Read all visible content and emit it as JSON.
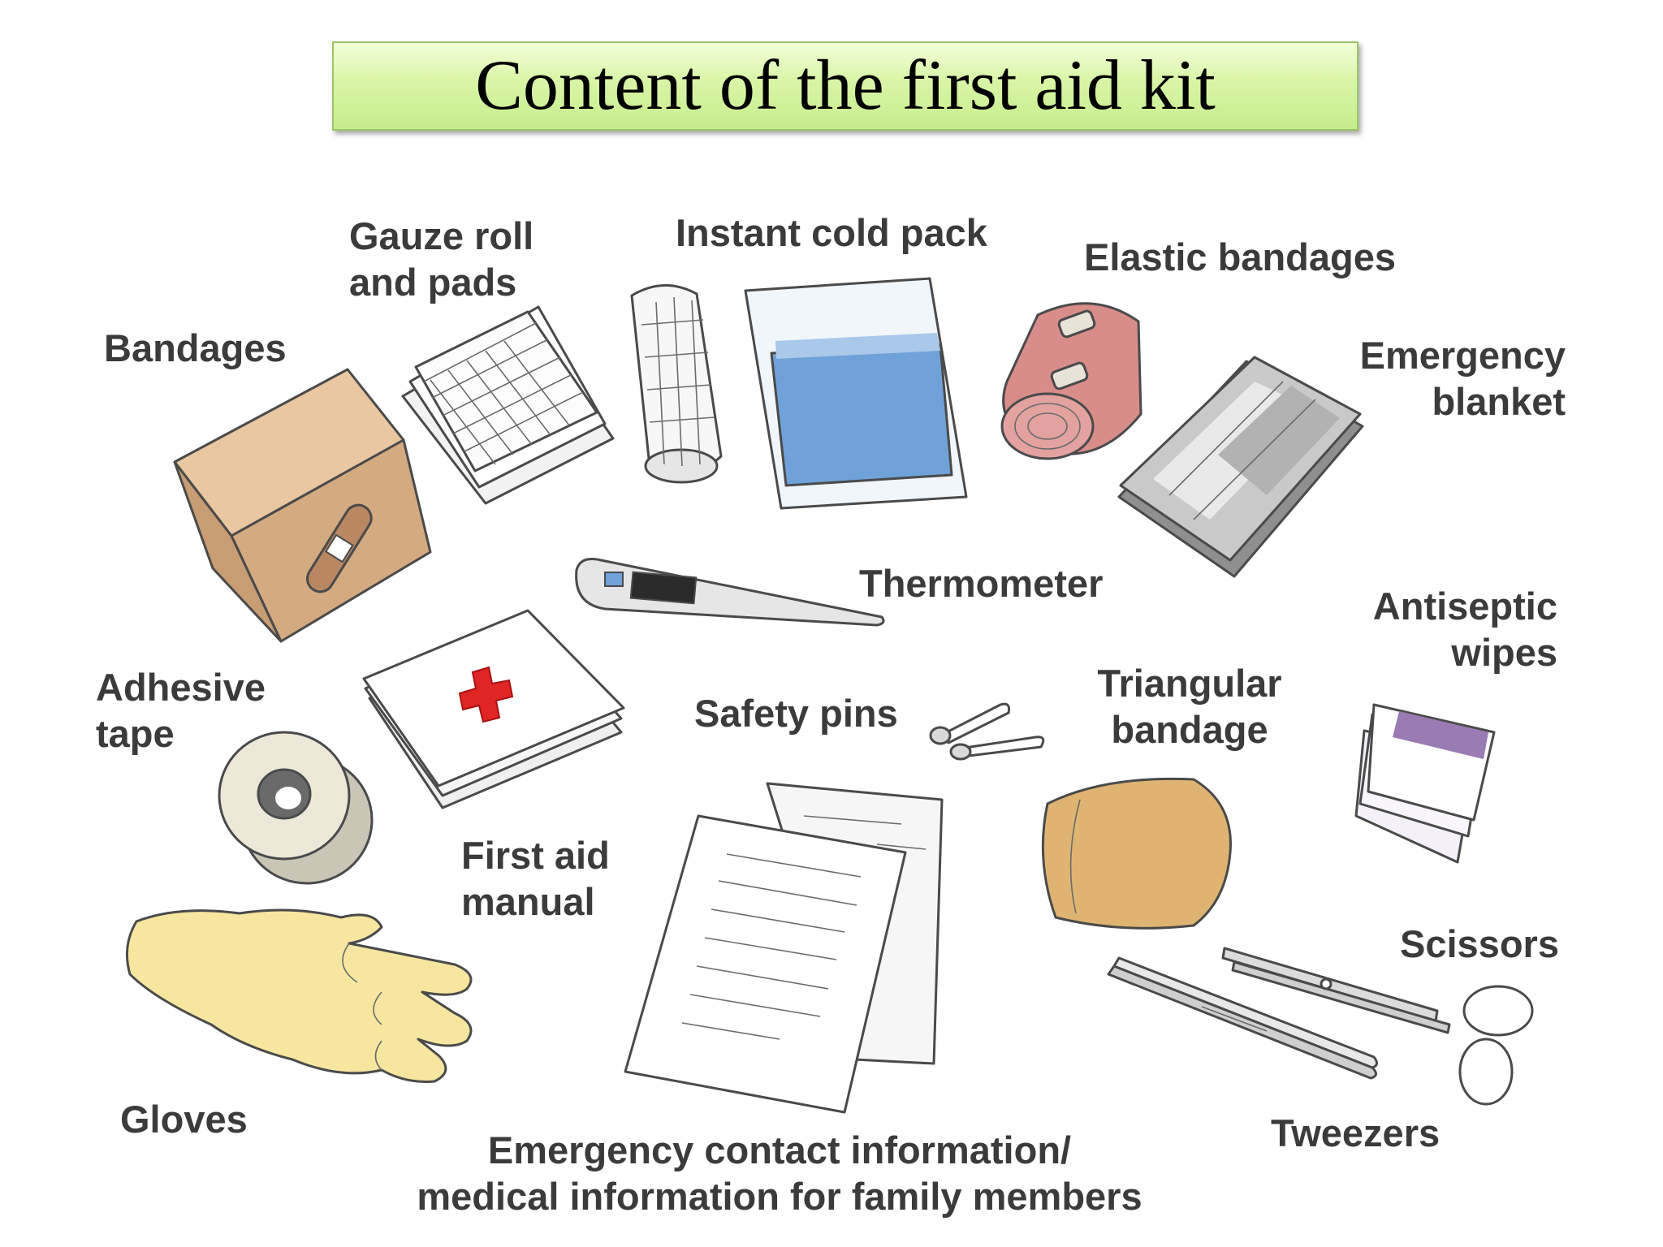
{
  "title": "Content of the first aid kit",
  "items": {
    "bandages": {
      "lines": [
        "Bandages"
      ]
    },
    "gauze": {
      "lines": [
        "Gauze roll",
        "and pads"
      ]
    },
    "cold_pack": {
      "lines": [
        "Instant cold pack"
      ]
    },
    "elastic": {
      "lines": [
        "Elastic bandages"
      ]
    },
    "blanket": {
      "lines": [
        "Emergency",
        "blanket"
      ]
    },
    "thermometer": {
      "lines": [
        "Thermometer"
      ]
    },
    "antiseptic": {
      "lines": [
        "Antiseptic",
        "wipes"
      ]
    },
    "adhesive": {
      "lines": [
        "Adhesive",
        "tape"
      ]
    },
    "safety_pins": {
      "lines": [
        "Safety pins"
      ]
    },
    "triangular": {
      "lines": [
        "Triangular",
        "bandage"
      ]
    },
    "manual": {
      "lines": [
        "First aid",
        "manual"
      ]
    },
    "scissors": {
      "lines": [
        "Scissors"
      ]
    },
    "gloves": {
      "lines": [
        "Gloves"
      ]
    },
    "tweezers": {
      "lines": [
        "Tweezers"
      ]
    },
    "contact_info": {
      "lines": [
        "Emergency contact information/",
        "medical information for family members"
      ]
    }
  },
  "colors": {
    "title_gradient_top": "#f2ffd8",
    "title_gradient_bottom": "#c7ec8d",
    "label_text": "#3b3b3b",
    "cross_red": "#e02525",
    "cold_pack_blue": "#6fa2d8",
    "elastic_pink": "#d98d8a",
    "box_tan": "#dcb48e",
    "glove_yellow": "#f6e6a0",
    "triangular_tan": "#dfb472"
  }
}
